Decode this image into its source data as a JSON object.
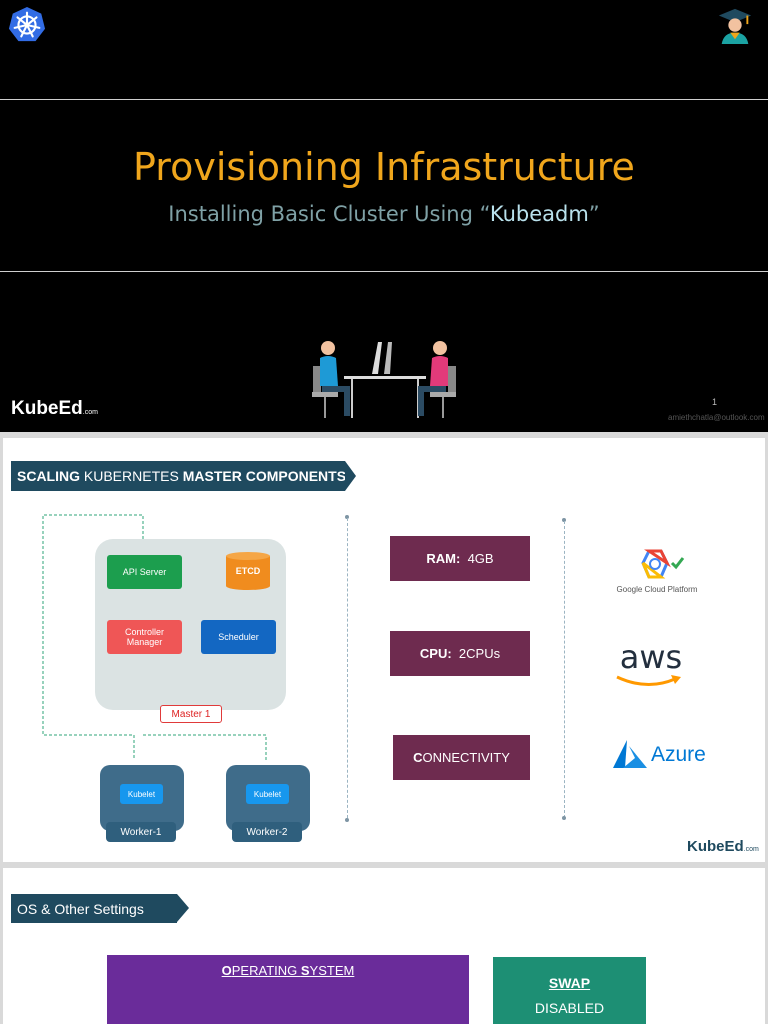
{
  "slide1": {
    "title": "Provisioning Infrastructure",
    "subtitle_prefix": "Installing Basic Cluster Using “",
    "subtitle_highlight": "Kubeadm",
    "subtitle_suffix": "”",
    "brand_main": "KubeEd",
    "brand_com": ".com",
    "page_number": "1",
    "email": "amiethchatla@outlook.com"
  },
  "slide2": {
    "banner_part1": "SCALING",
    "banner_part2": " KUBERNETES ",
    "banner_part3": "MASTER COMPONENTS",
    "api_server": "API Server",
    "etcd": "ETCD",
    "controller_manager_line1": "Controller",
    "controller_manager_line2": "Manager",
    "scheduler": "Scheduler",
    "master": "Master 1",
    "kubelet1": "Kubelet",
    "kubelet2": "Kubelet",
    "worker1": "Worker-1",
    "worker2": "Worker-2",
    "ram_label": "RAM:",
    "ram_value": "4GB",
    "cpu_label": "CPU:",
    "cpu_value": "2CPUs",
    "conn_first": "C",
    "conn_rest": "ONNECTIVITY",
    "gcp": "Google Cloud Platform",
    "aws": "aws",
    "azure": "Azure",
    "brand_main": "KubeEd",
    "brand_com": ".com"
  },
  "slide3": {
    "banner": "OS & Other Settings",
    "os_o": "O",
    "os_perating": "PERATING ",
    "os_s": "S",
    "os_ystem": "YSTEM",
    "swap": "SWAP",
    "swap_status": "DISABLED"
  },
  "colors": {
    "accent_orange": "#f0a61c",
    "banner_teal": "#1f4a5f",
    "maroon": "#6e2b4f",
    "purple": "#6a2c9a",
    "green": "#1d8f74"
  }
}
